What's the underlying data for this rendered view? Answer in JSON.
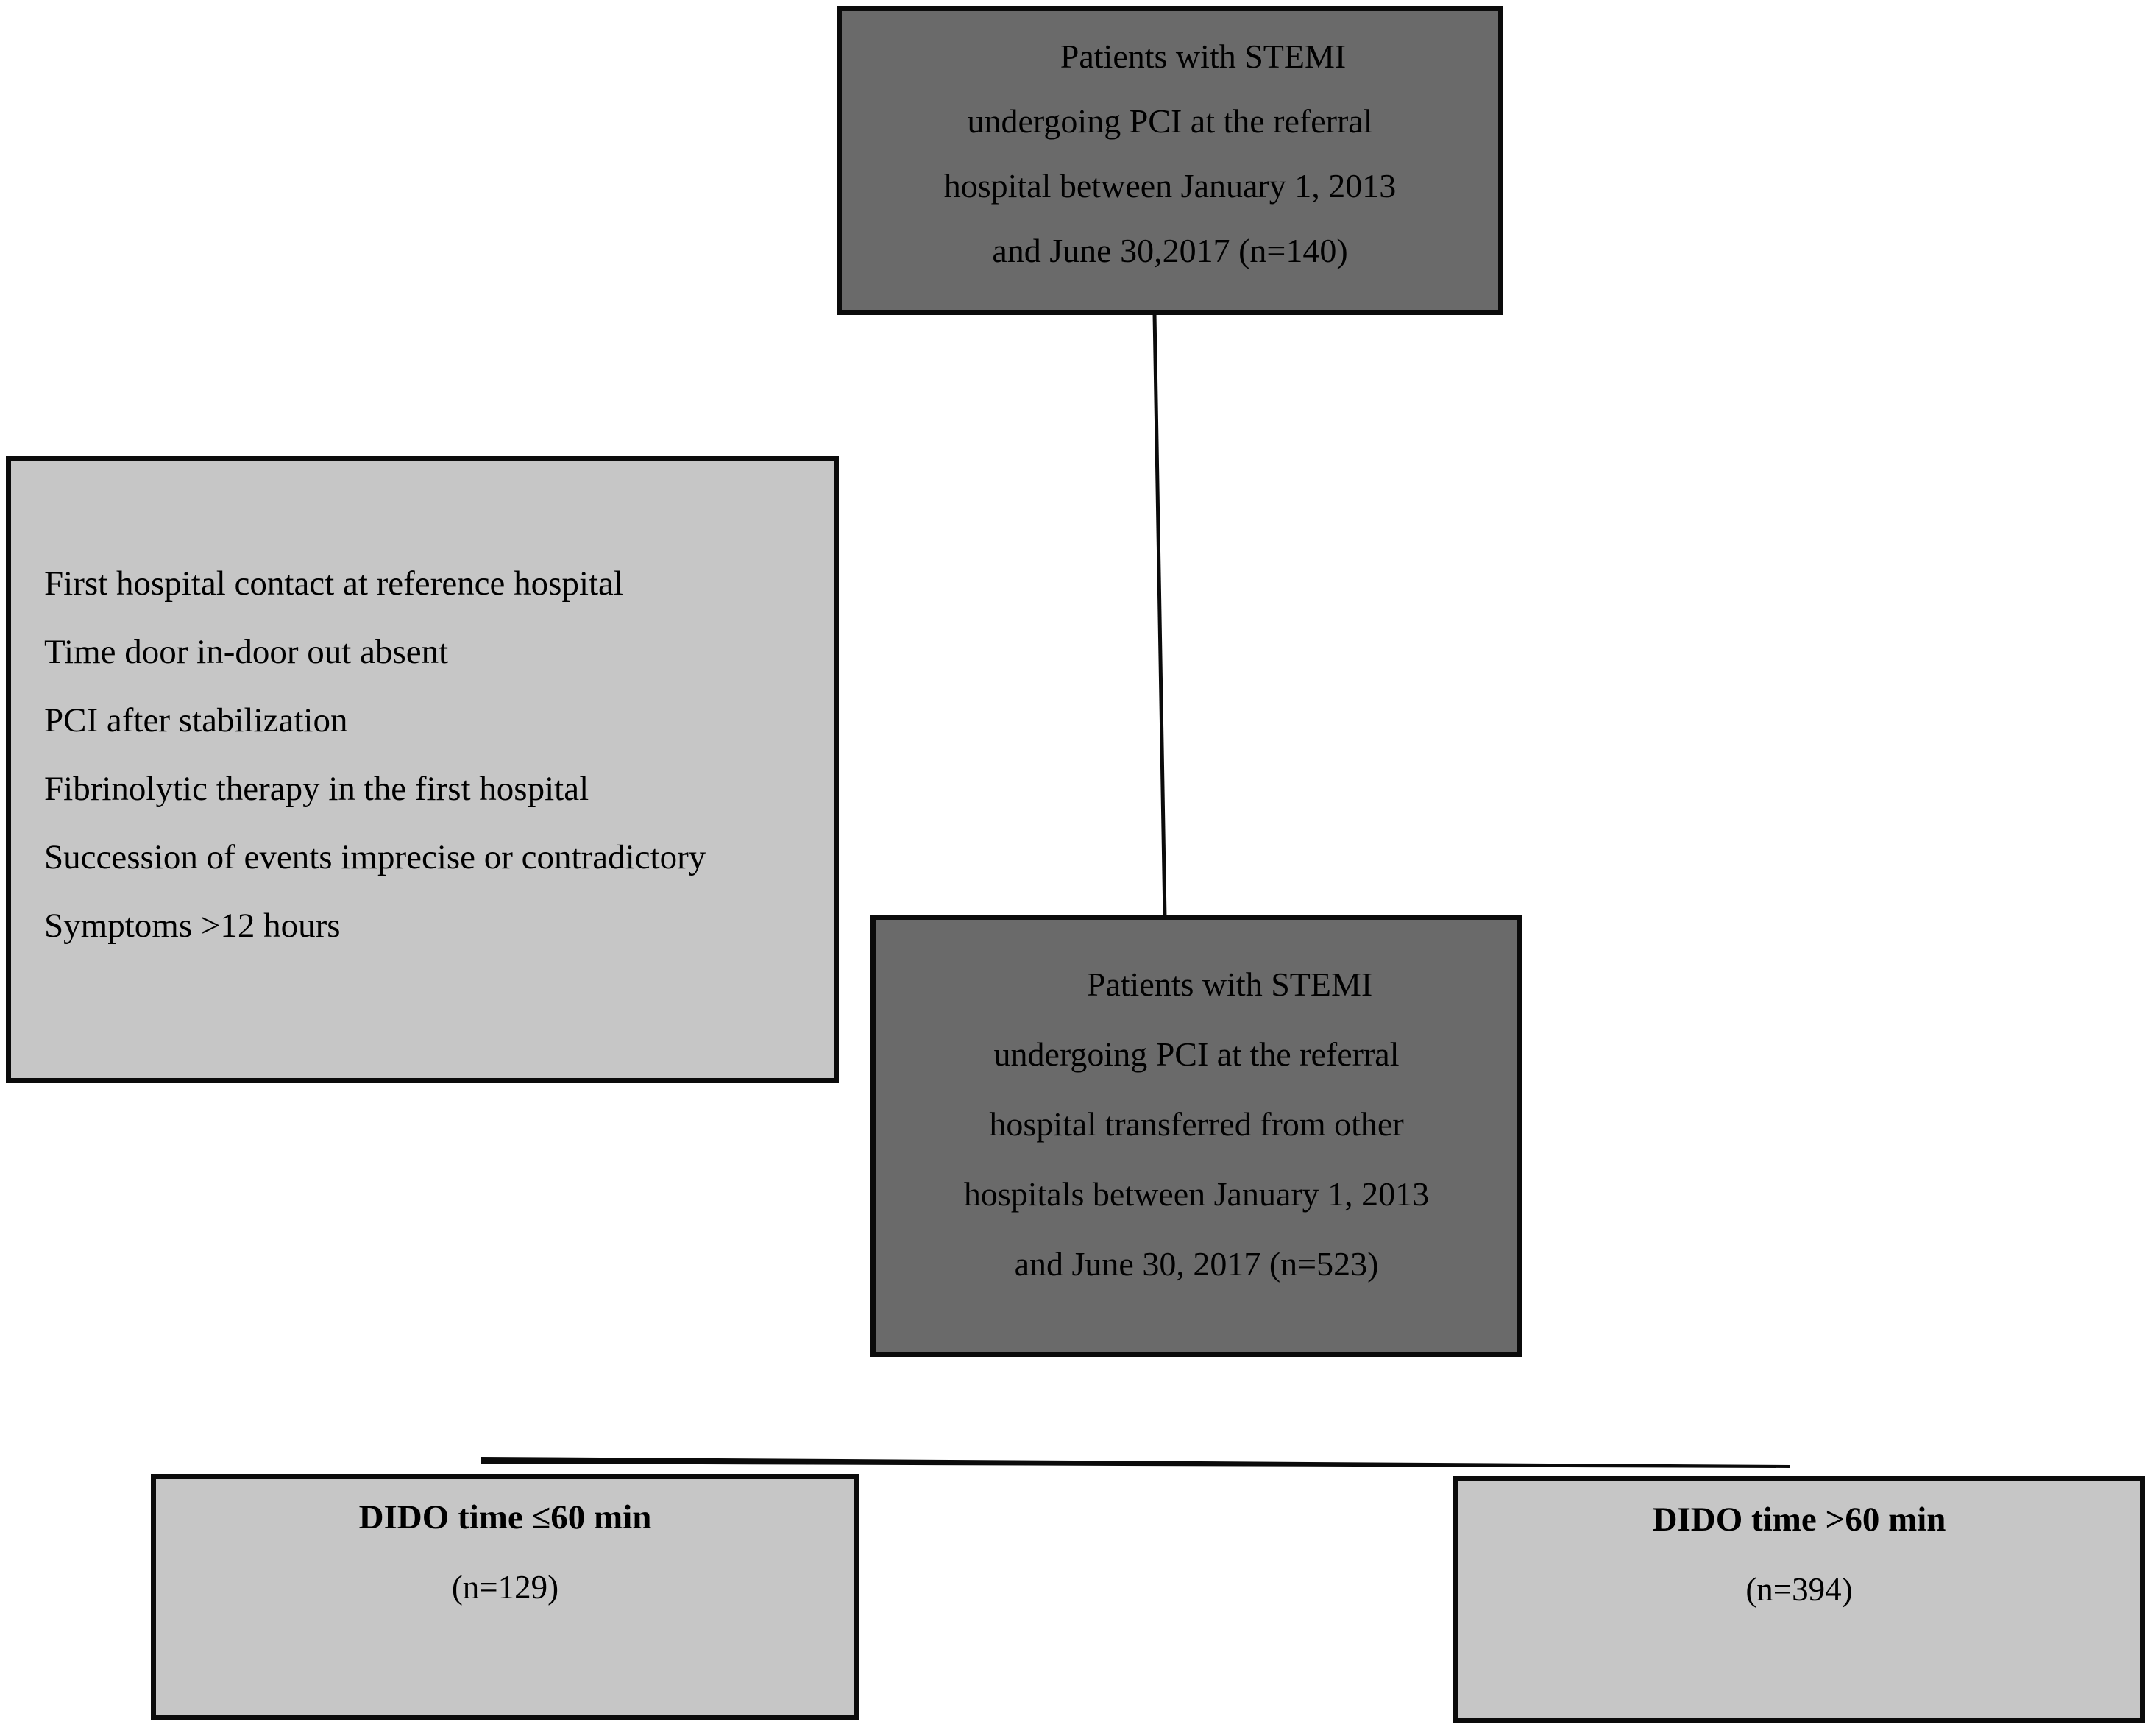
{
  "colors": {
    "dark_fill": "#6a6a6a",
    "light_fill": "#c6c6c6",
    "border": "#0b0b0b",
    "background": "#ffffff",
    "text": "#000000"
  },
  "top_box": {
    "lines": [
      "Patients with STEMI",
      "undergoing PCI at the referral",
      "hospital between January 1, 2013",
      "and June 30,2017 (n=140)"
    ]
  },
  "exclusion_box": {
    "lines": [
      "First hospital contact at reference hospital",
      "Time door in-door out absent",
      "PCI after stabilization",
      "Fibrinolytic therapy in the first hospital",
      "Succession of events imprecise or contradictory",
      "Symptoms >12 hours"
    ]
  },
  "transfer_box": {
    "lines": [
      "Patients with STEMI",
      "undergoing PCI at the referral",
      "hospital transferred from other",
      "hospitals between January 1, 2013",
      "and June 30, 2017 (n=523)"
    ]
  },
  "outcome_left_box": {
    "title": "DIDO time ≤60 min",
    "count": "(n=129)"
  },
  "outcome_right_box": {
    "title": "DIDO time >60 min",
    "count": "(n=394)"
  }
}
